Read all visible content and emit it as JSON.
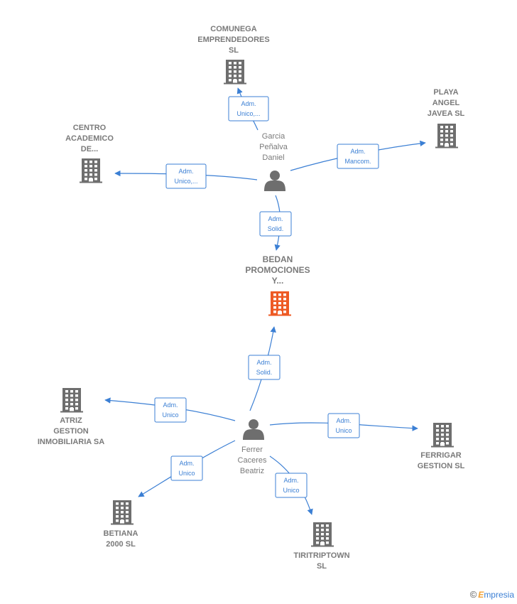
{
  "colors": {
    "edge": "#3b7fd4",
    "building": "#6e6e6e",
    "focus_building": "#ee5a24",
    "person": "#6e6e6e"
  },
  "nodes": {
    "comunega": {
      "lines": [
        "COMUNEGA",
        "EMPRENDEDORES",
        "SL"
      ],
      "type": "company"
    },
    "playa": {
      "lines": [
        "PLAYA",
        "ANGEL",
        "JAVEA  SL"
      ],
      "type": "company"
    },
    "centro": {
      "lines": [
        "CENTRO",
        "ACADEMICO",
        "DE..."
      ],
      "type": "company"
    },
    "garcia": {
      "lines": [
        "Garcia",
        "Peñalva",
        "Daniel"
      ],
      "type": "person"
    },
    "bedan": {
      "lines": [
        "BEDAN",
        "PROMOCIONES",
        "Y..."
      ],
      "type": "focus"
    },
    "atriz": {
      "lines": [
        "ATRIZ",
        "GESTION",
        "INMOBILIARIA SA"
      ],
      "type": "company"
    },
    "ferrer": {
      "lines": [
        "Ferrer",
        "Caceres",
        "Beatriz"
      ],
      "type": "person"
    },
    "ferrigar": {
      "lines": [
        "FERRIGAR",
        "GESTION SL"
      ],
      "type": "company"
    },
    "betiana": {
      "lines": [
        "BETIANA",
        "2000 SL"
      ],
      "type": "company"
    },
    "tiritriptown": {
      "lines": [
        "TIRITRIPTOWN",
        "SL"
      ],
      "type": "company"
    }
  },
  "edges": [
    {
      "from": "garcia",
      "to": "comunega",
      "label": [
        "Adm.",
        "Unico,..."
      ]
    },
    {
      "from": "garcia",
      "to": "playa",
      "label": [
        "Adm.",
        "Mancom."
      ]
    },
    {
      "from": "garcia",
      "to": "centro",
      "label": [
        "Adm.",
        "Unico,..."
      ]
    },
    {
      "from": "garcia",
      "to": "bedan",
      "label": [
        "Adm.",
        "Solid."
      ]
    },
    {
      "from": "ferrer",
      "to": "bedan",
      "label": [
        "Adm.",
        "Solid."
      ]
    },
    {
      "from": "ferrer",
      "to": "atriz",
      "label": [
        "Adm.",
        "Unico"
      ]
    },
    {
      "from": "ferrer",
      "to": "ferrigar",
      "label": [
        "Adm.",
        "Unico"
      ]
    },
    {
      "from": "ferrer",
      "to": "betiana",
      "label": [
        "Adm.",
        "Unico"
      ]
    },
    {
      "from": "ferrer",
      "to": "tiritriptown",
      "label": [
        "Adm.",
        "Unico"
      ]
    }
  ],
  "brand": {
    "copyright": "©",
    "initial": "E",
    "rest": "mpresia"
  }
}
